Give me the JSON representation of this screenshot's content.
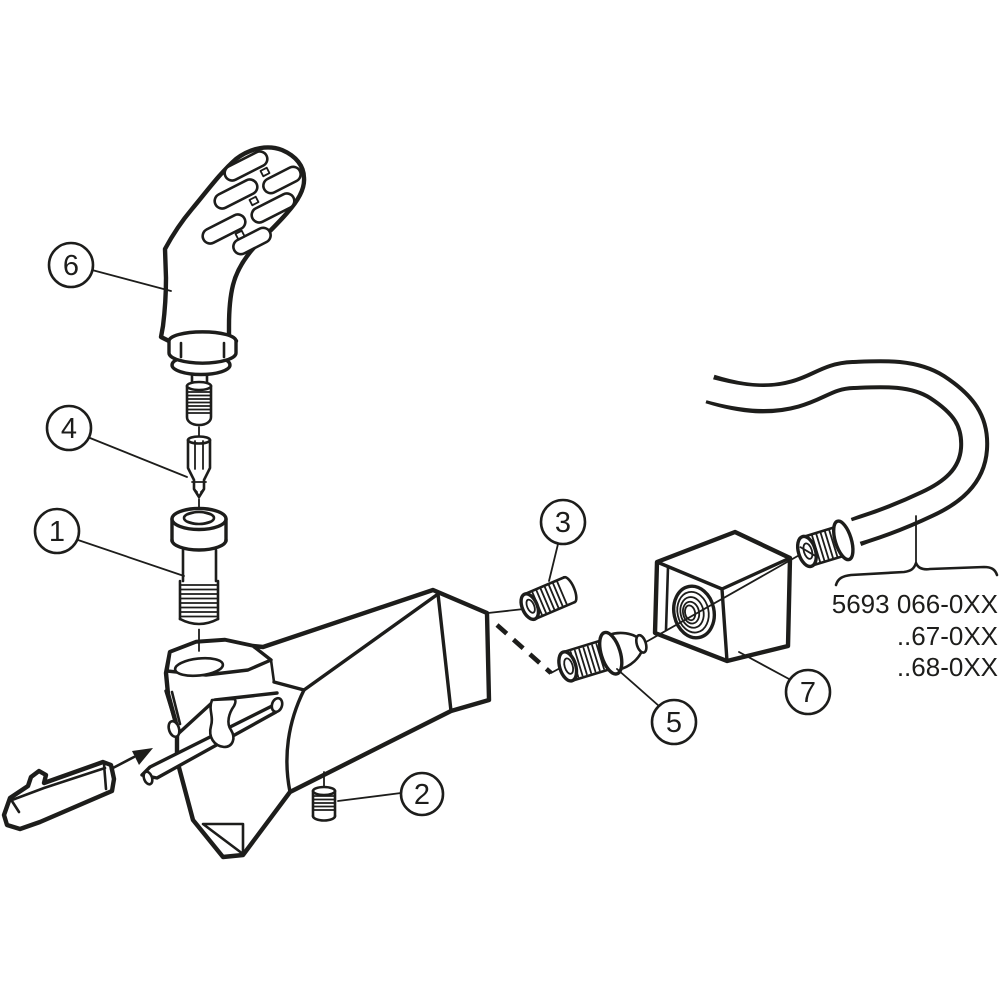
{
  "figure": {
    "background_color": "#ffffff",
    "line_color": "#1d1d1b",
    "callouts": [
      {
        "label": "1"
      },
      {
        "label": "2"
      },
      {
        "label": "3"
      },
      {
        "label": "4"
      },
      {
        "label": "5"
      },
      {
        "label": "6"
      },
      {
        "label": "7"
      }
    ],
    "product_codes": [
      "5693 066-0XX",
      "..67-0XX",
      "..68-0XX"
    ],
    "icons": {
      "insert_direction_arrow": "➤"
    }
  }
}
